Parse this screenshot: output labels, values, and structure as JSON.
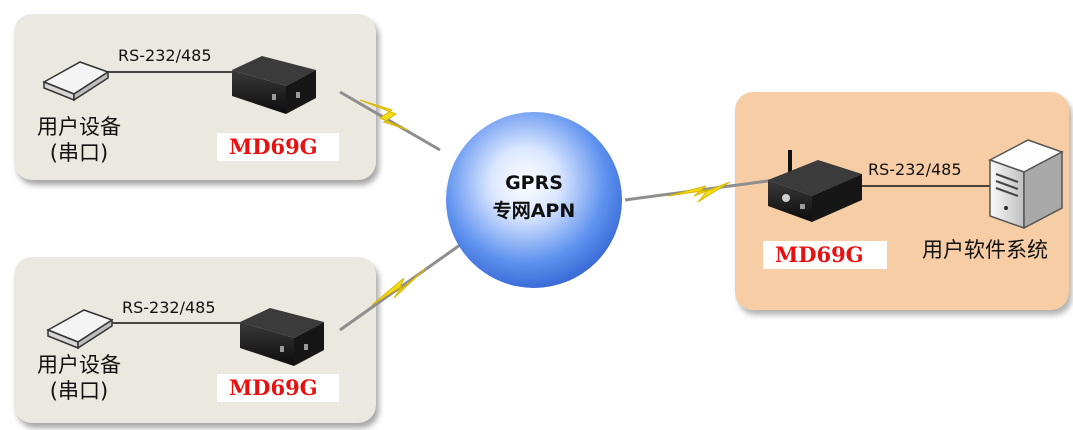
{
  "cloud": {
    "line1": "GPRS",
    "line2": "专网APN"
  },
  "sites": [
    {
      "link_label": "RS-232/485",
      "device_label_line1": "用户设备",
      "device_label_line2": "(串口)",
      "model": "MD69G"
    },
    {
      "link_label": "RS-232/485",
      "device_label_line1": "用户设备",
      "device_label_line2": "(串口)",
      "model": "MD69G"
    }
  ],
  "center": {
    "link_label": "RS-232/485",
    "system_label": "用户软件系统",
    "model": "MD69G"
  },
  "colors": {
    "left_panel": "#ebe9df",
    "right_panel": "#f7cda6",
    "model_text": "#e81010",
    "cloud": "#4f86e8",
    "lightning": "#f2dd16"
  }
}
